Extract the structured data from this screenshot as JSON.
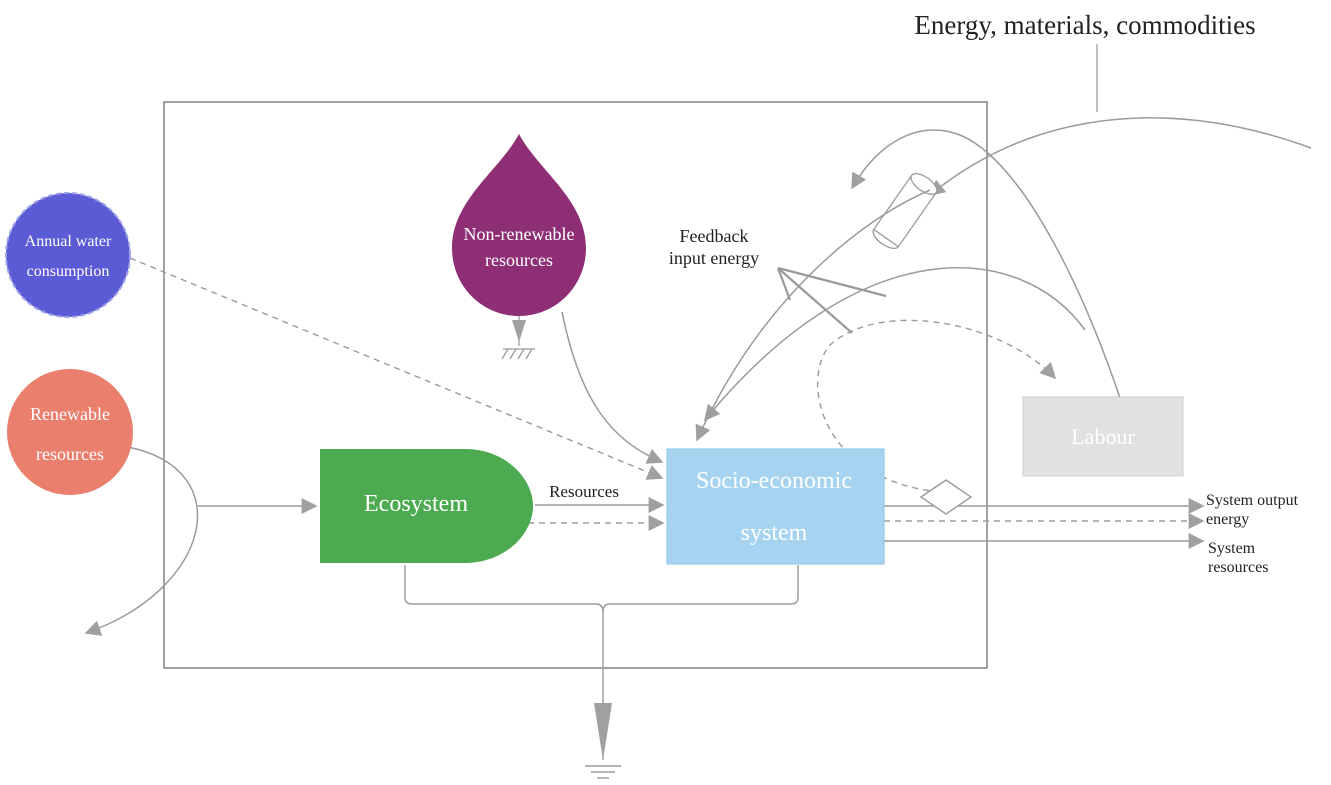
{
  "title": "Energy, materials, commodities",
  "nodes": {
    "annual_water": {
      "line1": "Annual water",
      "line2": "consumption"
    },
    "renewable": {
      "line1": "Renewable",
      "line2": "resources"
    },
    "nonrenewable": {
      "line1": "Non-renewable",
      "line2": "resources"
    },
    "ecosystem": {
      "label": "Ecosystem"
    },
    "socio": {
      "line1": "Socio-economic",
      "line2": "system"
    },
    "labour": {
      "label": "Labour"
    }
  },
  "labels": {
    "resources": "Resources",
    "feedback_line1": "Feedback",
    "feedback_line2": "input energy",
    "output_line1": "System output",
    "output_line2": "energy",
    "sysres_line1": "System",
    "sysres_line2": "resources"
  },
  "colors": {
    "annual_water": "#5b5bd6",
    "renewable": "#e97f6c",
    "nonrenewable": "#8e2f76",
    "ecosystem": "#4caa50",
    "socio": "#a6d4f0",
    "labour": "#e1e1e1",
    "line": "#9a9a9a",
    "box": "#707070"
  }
}
